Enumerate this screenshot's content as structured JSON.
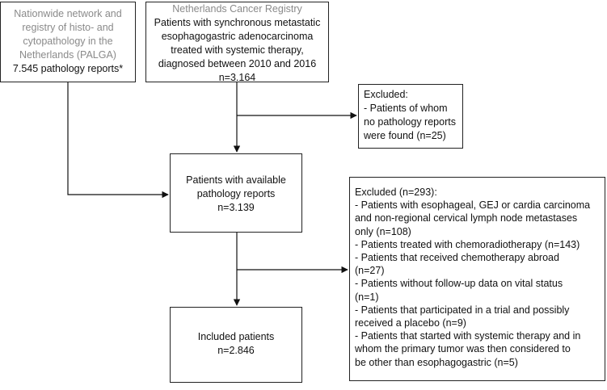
{
  "palga_box": {
    "source_lines": [
      "Nationwide network and",
      "registry of histo- and",
      "cytopathology in the",
      "Netherlands (PALGA)"
    ],
    "count_line": "7.545 pathology reports*"
  },
  "ncr_box": {
    "source_line": "Netherlands Cancer Registry",
    "lines": [
      "Patients with synchronous metastatic",
      "esophagogastric adenocarcinoma",
      "treated with systemic therapy,",
      "diagnosed between 2010 and 2016",
      "n=3.164"
    ]
  },
  "excluded_top_box": {
    "lines": [
      "Excluded:",
      "- Patients of whom",
      "no pathology reports",
      "were found (n=25)"
    ]
  },
  "available_box": {
    "lines": [
      "Patients with available",
      "pathology reports",
      "n=3.139"
    ]
  },
  "excluded_bottom_box": {
    "lines": [
      "Excluded (n=293):",
      "- Patients with esophageal, GEJ or cardia carcinoma",
      "and non-regional cervical lymph node metastases",
      "only (n=108)",
      "- Patients treated with chemoradiotherapy (n=143)",
      "- Patients that received chemotherapy abroad",
      "(n=27)",
      "- Patients without follow-up data on vital status",
      "(n=1)",
      "- Patients that participated in a trial and possibly",
      "received a placebo (n=9)",
      "- Patients that started with systemic therapy and in",
      "whom the primary tumor was then considered to",
      "be other than esophagogastric (n=5)"
    ]
  },
  "included_box": {
    "lines": [
      "Included patients",
      "n=2.846"
    ]
  }
}
